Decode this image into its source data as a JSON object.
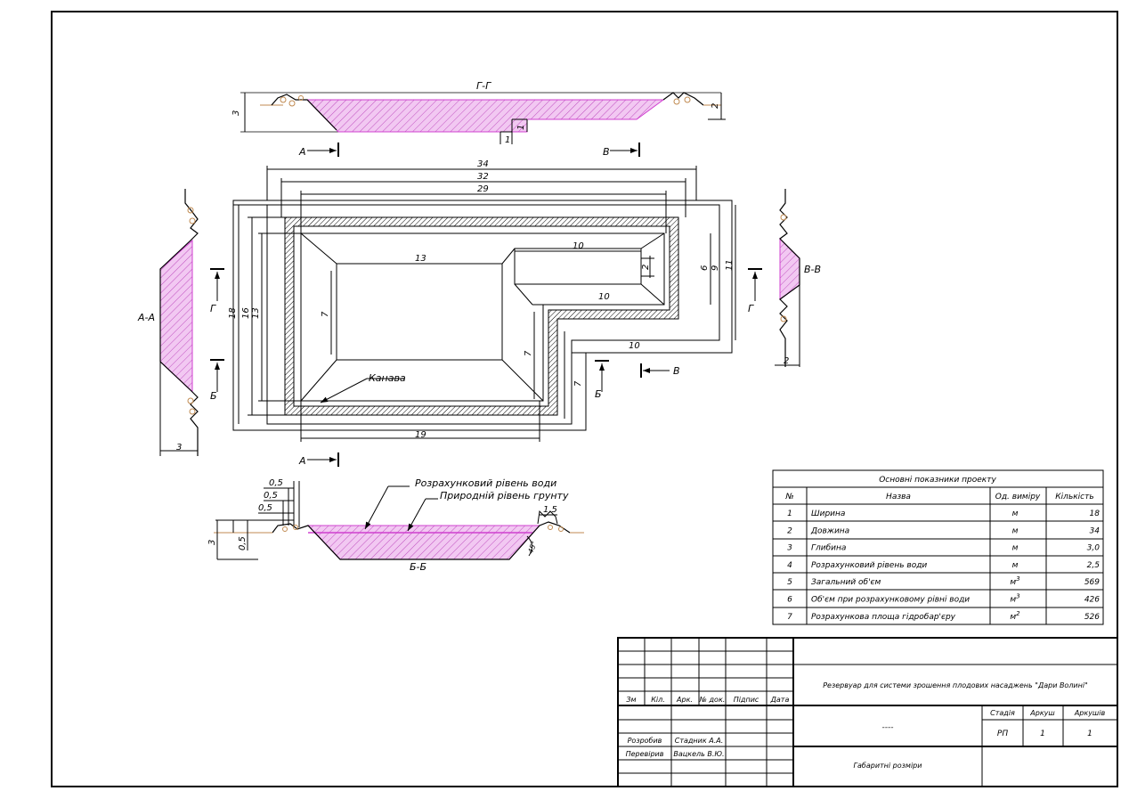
{
  "sections": {
    "gg": "Г-Г",
    "aa": "А-А",
    "vv": "В-В",
    "bb": "Б-Б"
  },
  "markers": {
    "a": "А",
    "b": "Б",
    "v": "В",
    "g": "Г"
  },
  "plan_dims": {
    "d34": "34",
    "d32": "32",
    "d29": "29",
    "d18": "18",
    "d16": "16",
    "d13v": "13",
    "d13h": "13",
    "d7a": "7",
    "d7b": "7",
    "d7c": "7",
    "d10a": "10",
    "d10b": "10",
    "d10c": "10",
    "d2": "2",
    "d6": "6",
    "d9": "9",
    "d11": "11",
    "d19": "19"
  },
  "labels": {
    "kanava": "Канава",
    "design_water_level": "Розрахунковий рівень води",
    "natural_ground_level": "Природній рівень грунту"
  },
  "section_dims": {
    "gg_3": "3",
    "gg_2": "2",
    "gg_1a": "1",
    "gg_1b": "1",
    "aa_3": "3",
    "vv_2": "2",
    "bb_05a": "0,5",
    "bb_05b": "0,5",
    "bb_05c": "0,5",
    "bb_05d": "0,5",
    "bb_3": "3",
    "bb_15": "1,5",
    "bb_angle": "45°"
  },
  "indicators": {
    "title": "Основні показники проекту",
    "headers": [
      "№",
      "Назва",
      "Од. виміру",
      "Кількість"
    ],
    "rows": [
      {
        "no": "1",
        "name": "Ширина",
        "unit": "м",
        "unit_sup": "",
        "value": "18"
      },
      {
        "no": "2",
        "name": "Довжина",
        "unit": "м",
        "unit_sup": "",
        "value": "34"
      },
      {
        "no": "3",
        "name": "Глибина",
        "unit": "м",
        "unit_sup": "",
        "value": "3,0"
      },
      {
        "no": "4",
        "name": "Розрахунковий рівень води",
        "unit": "м",
        "unit_sup": "",
        "value": "2,5"
      },
      {
        "no": "5",
        "name": "Загальний об'єм",
        "unit": "м",
        "unit_sup": "3",
        "value": "569"
      },
      {
        "no": "6",
        "name": "Об'єм при розрахунковому рівні води",
        "unit": "м",
        "unit_sup": "3",
        "value": "426"
      },
      {
        "no": "7",
        "name": "Розрахункова площа гідробар'єру",
        "unit": "м",
        "unit_sup": "2",
        "value": "526"
      }
    ]
  },
  "title_block": {
    "col_headers": [
      "Зм",
      "Кіл.",
      "Арк.",
      "№ док.",
      "Підпис",
      "Дата"
    ],
    "developed_label": "Розробив",
    "developed_name": "Стадник А.А.",
    "checked_label": "Перевірив",
    "checked_name": "Вацкель В.Ю.",
    "project_title": "Резервуар для системи зрошення плодових насаджень \"Дари Волині\"",
    "code": "----",
    "stage_label": "Стадія",
    "sheet_label": "Аркуш",
    "sheets_label": "Аркушів",
    "stage": "РП",
    "sheet": "1",
    "sheets": "1",
    "drawing_name": "Габаритні розміри"
  },
  "colors": {
    "water_fill": "#f2c8f2",
    "water_edge": "#d040d0",
    "soil": "#c08a50",
    "line": "#000000"
  }
}
